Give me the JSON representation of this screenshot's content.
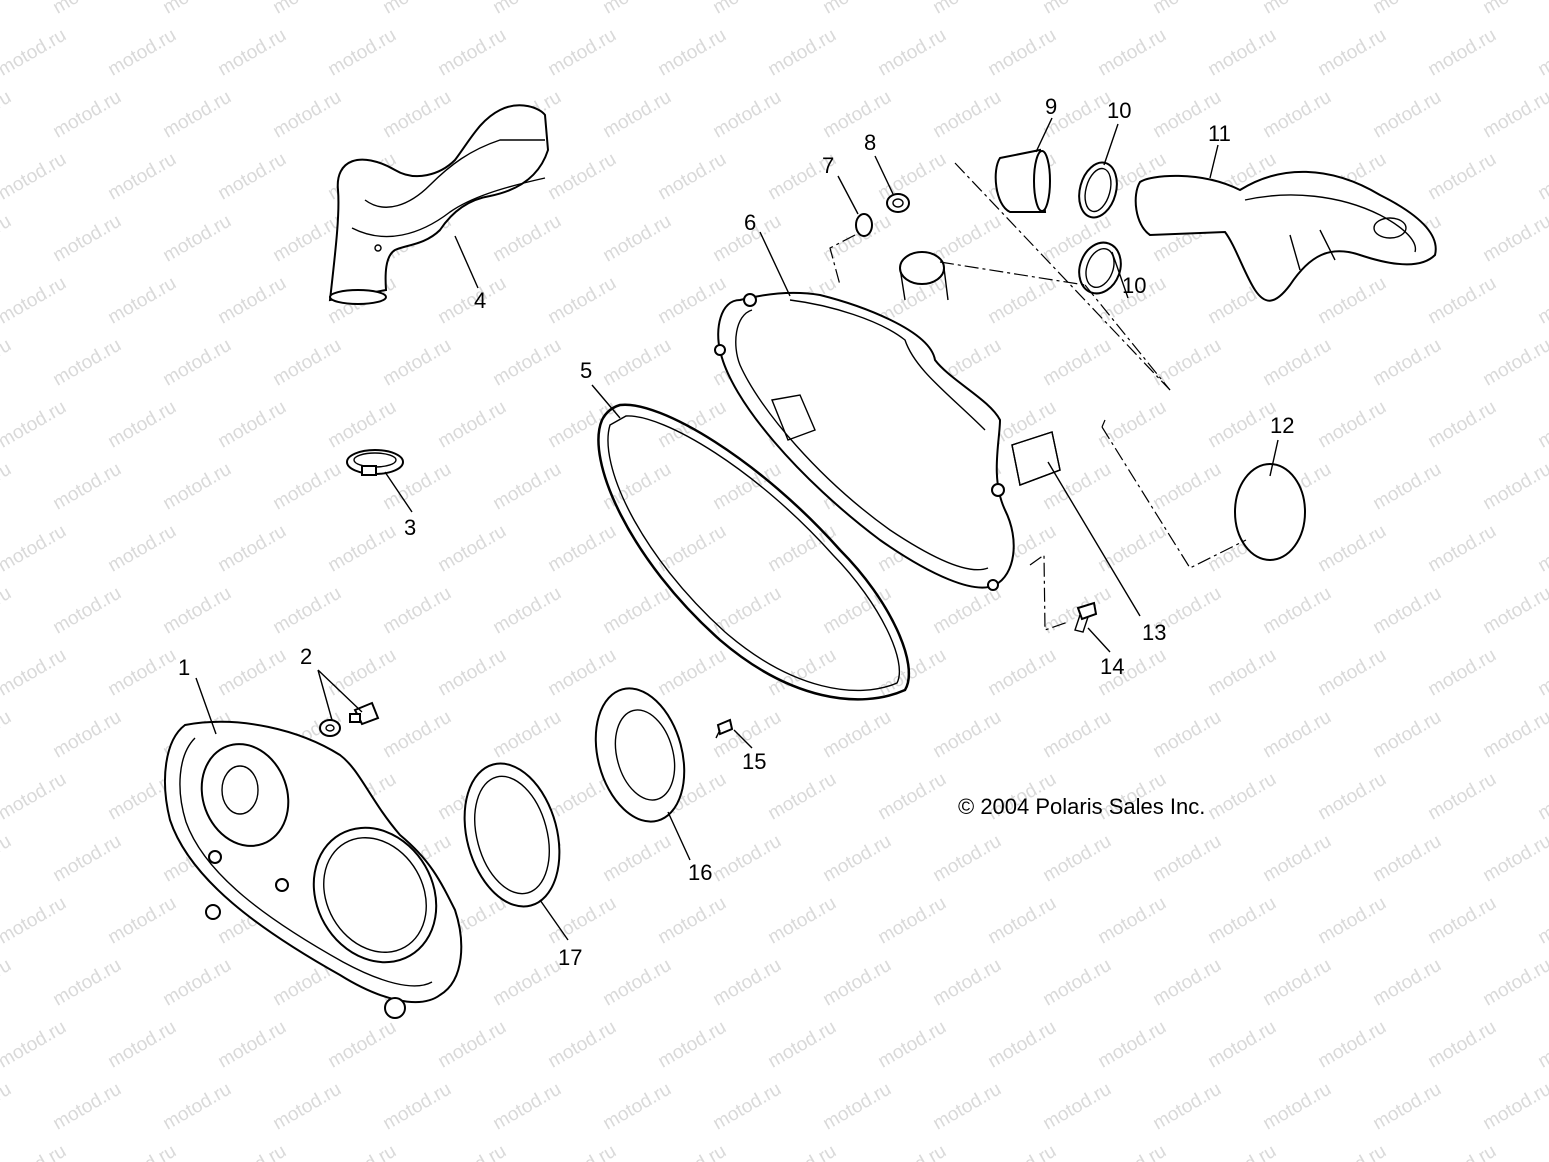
{
  "watermark": "motod.ru",
  "callouts": [
    "1",
    "2",
    "3",
    "4",
    "5",
    "6",
    "7",
    "8",
    "9",
    "10",
    "10",
    "11",
    "12",
    "13",
    "14",
    "15",
    "16",
    "17"
  ],
  "copyright": "© 2004 Polaris Sales Inc."
}
